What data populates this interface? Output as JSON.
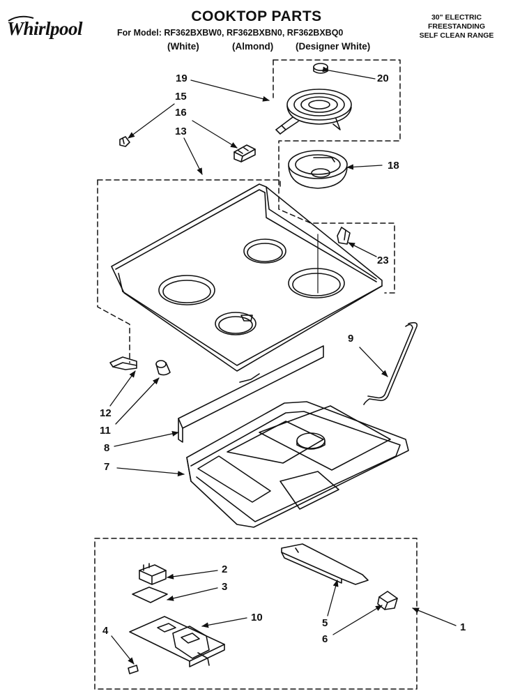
{
  "brand": {
    "name": "Whirlpool"
  },
  "header": {
    "title": "COOKTOP PARTS",
    "models": "For Model: RF362BXBW0, RF362BXBN0, RF362BXBQ0",
    "variants": [
      "(White)",
      "(Almond)",
      "(Designer White)"
    ],
    "description": [
      "30\" ELECTRIC",
      "FREESTANDING",
      "SELF CLEAN RANGE"
    ]
  },
  "callouts": [
    "19",
    "20",
    "15",
    "16",
    "13",
    "18",
    "23",
    "9",
    "12",
    "11",
    "8",
    "7",
    "2",
    "3",
    "10",
    "4",
    "5",
    "6",
    "1"
  ]
}
